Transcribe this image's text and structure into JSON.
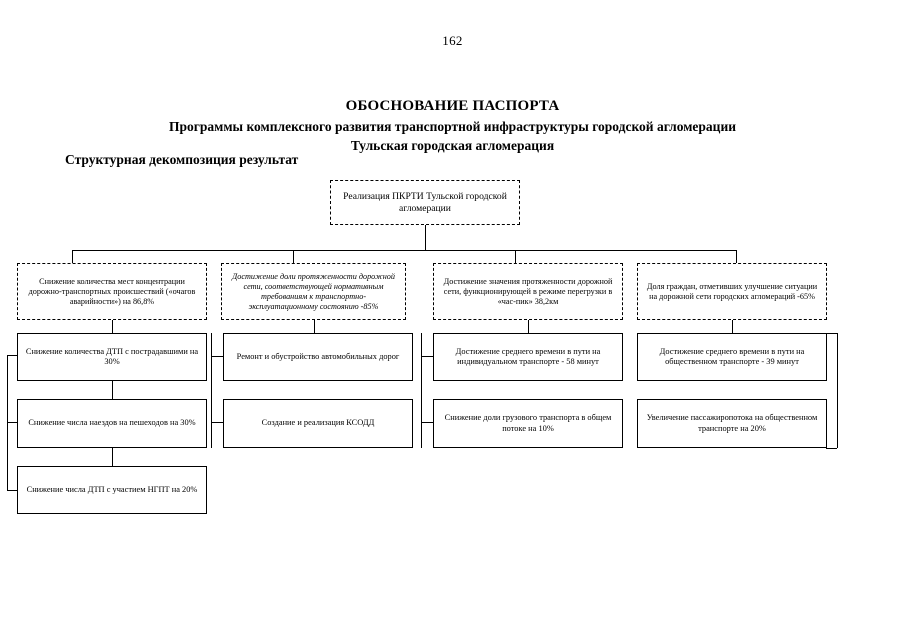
{
  "page": {
    "number": "162",
    "title_main": "ОБОСНОВАНИЕ ПАСПОРТА",
    "title_line2": "Программы комплексного развития транспортной инфраструктуры городской агломерации",
    "title_line3": "Тульская городская агломерация",
    "subtitle": "Структурная декомпозиция результат"
  },
  "diagram": {
    "root": {
      "text": "Реализация ПКРТИ Тульской городской агломерации"
    },
    "goals": [
      {
        "text": "Снижение количества мест концентрации дорожно-транспортных происшествий («очагов аварийности») на 86,8%",
        "style": "dashed"
      },
      {
        "text": "Достижение доли протяженности дорожной сети, соответствующей нормативным требованиям к транспортно-эксплуатационному состоянию -85%",
        "style": "dashed-italic"
      },
      {
        "text": "Достижение значения протяженности дорожной сети, функционирующей  в режиме перегрузки в «час-пик»  38,2км",
        "style": "dashed"
      },
      {
        "text": "Доля граждан, отметивших улучшение ситуации на дорожной сети городских агломераций -65%",
        "style": "dashed"
      }
    ],
    "column1": [
      {
        "text": "Снижение количества ДТП с пострадавшими на 30%"
      },
      {
        "text": "Снижение числа наездов на пешеходов на 30%"
      },
      {
        "text": "Снижение числа ДТП с участием НГПТ на 20%"
      }
    ],
    "column2": [
      {
        "text": "Ремонт и обустройство автомобильных дорог"
      },
      {
        "text": "Создание и реализация КСОДД"
      }
    ],
    "column3": [
      {
        "text": "Достижение среднего времени в пути на индивидуальном транспорте - 58 минут"
      },
      {
        "text": "Снижение доли грузового транспорта в общем потоке на 10%"
      }
    ],
    "column4": [
      {
        "text": "Достижение среднего времени в пути на общественном транспорте - 39 минут"
      },
      {
        "text": "Увеличение пассажиропотока на общественном транспорте на 20%"
      }
    ]
  },
  "colors": {
    "ink": "#000000",
    "paper": "#ffffff"
  }
}
